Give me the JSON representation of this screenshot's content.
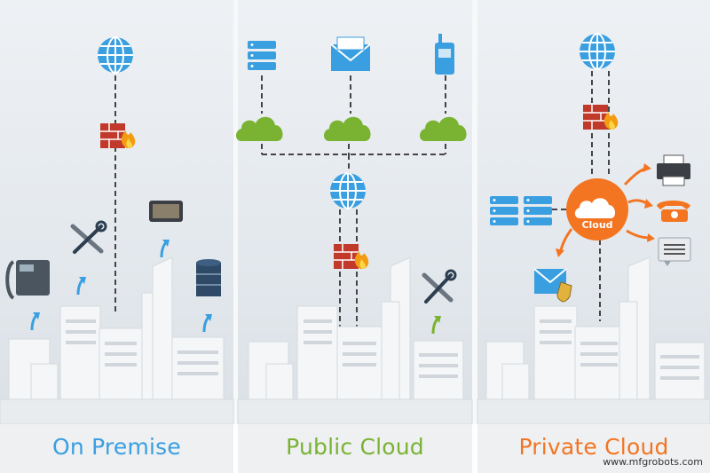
{
  "panels": {
    "on_premise": {
      "title": "On Premise",
      "color": "#3a9fe0"
    },
    "public_cloud": {
      "title": "Public Cloud",
      "color": "#7ab232"
    },
    "private_cloud": {
      "title": "Private Cloud",
      "color": "#f37521",
      "hub_label": "Cloud"
    }
  },
  "icons": {
    "on_premise": [
      "globe-icon",
      "firewall-icon",
      "phone-icon",
      "tools-icon",
      "tablet-icon",
      "database-icon",
      "upload-arrow-icon"
    ],
    "public_cloud": [
      "server-icon",
      "mail-icon",
      "mobile-phone-icon",
      "cloud-icon",
      "globe-icon",
      "firewall-icon",
      "tools-icon"
    ],
    "private_cloud": [
      "globe-icon",
      "firewall-icon",
      "server-icon",
      "printer-icon",
      "telephone-icon",
      "chat-icon",
      "secure-mail-icon"
    ]
  },
  "colors": {
    "globe": "#3a9fe0",
    "brick": "#c0392b",
    "flame": "#f39c12",
    "cloud": "#7ab232",
    "orange": "#f37521",
    "building": "#f4f6f8"
  },
  "watermark": "www.mfgrobots.com"
}
